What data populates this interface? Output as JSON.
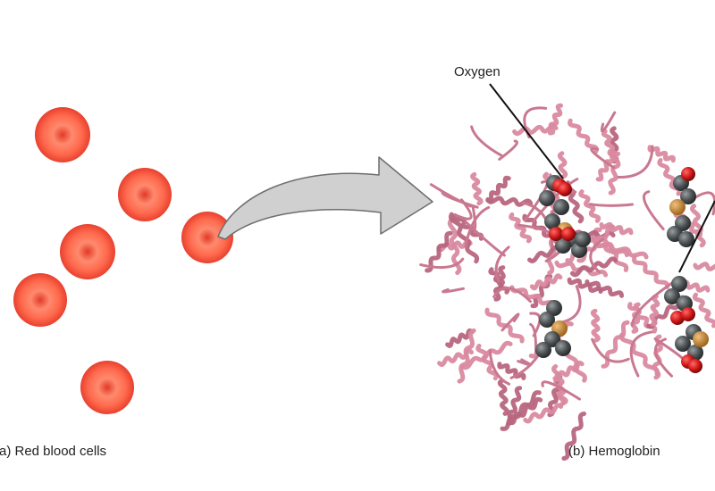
{
  "captions": {
    "red_blood_cells": "(a) Red blood cells",
    "hemoglobin": "(b) Hemoglobin"
  },
  "labels": {
    "oxygen": "Oxygen"
  },
  "colors": {
    "cell_outer": "#e8402e",
    "cell_inner": "#ff7a5e",
    "arrow_fill": "#d0d0d0",
    "arrow_stroke": "#6e6e6e",
    "ribbon": "#d98aa0",
    "ribbon_dark": "#b8667f",
    "heme_gray": "#555a5c",
    "oxygen_red": "#d01818",
    "iron_orange": "#c98a3a"
  }
}
